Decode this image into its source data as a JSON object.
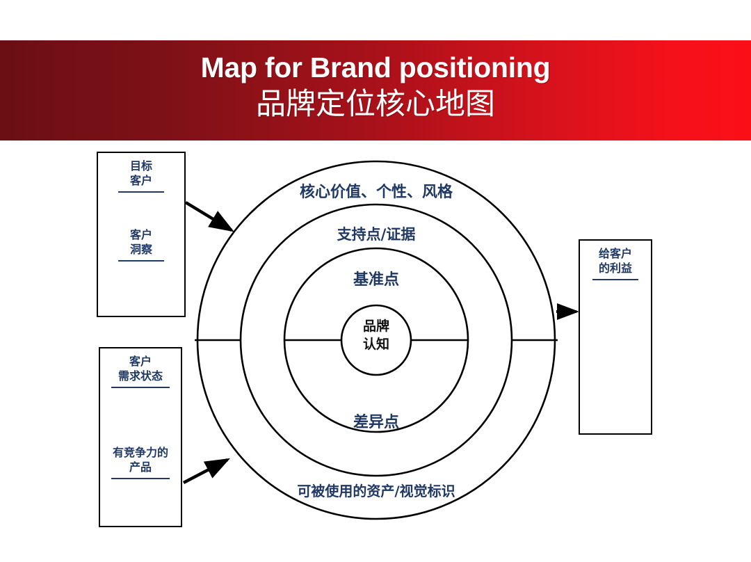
{
  "header": {
    "title_en": "Map for Brand positioning",
    "title_cn": "品牌定位核心地图",
    "bg_left_color": "#6b0f15",
    "bg_right_color": "#fb0f17",
    "text_color": "#ffffff"
  },
  "diagram": {
    "accent_text_color": "#1f3864",
    "line_color": "#000000",
    "center": {
      "line1": "品牌",
      "line2": "认知"
    },
    "rings": [
      {
        "id": "core-value",
        "label": "核心价值、个性、风格"
      },
      {
        "id": "support",
        "label": "支持点/证据"
      },
      {
        "id": "benchmark",
        "label": "基准点"
      },
      {
        "id": "difference",
        "label": "差异点"
      },
      {
        "id": "assets",
        "label": "可被使用的资产/视觉标识"
      }
    ],
    "boxes": [
      {
        "id": "target-customer",
        "entries": [
          {
            "line1": "目标",
            "line2": "客户"
          },
          {
            "line1": "客户",
            "line2": "洞察"
          }
        ]
      },
      {
        "id": "customer-need",
        "entries": [
          {
            "line1": "客户",
            "line2": "需求状态"
          },
          {
            "line1": "有竞争力的",
            "line2": "产品"
          }
        ]
      },
      {
        "id": "customer-benefit",
        "entries": [
          {
            "line1": "给客户",
            "line2": "的利益"
          }
        ]
      }
    ]
  }
}
